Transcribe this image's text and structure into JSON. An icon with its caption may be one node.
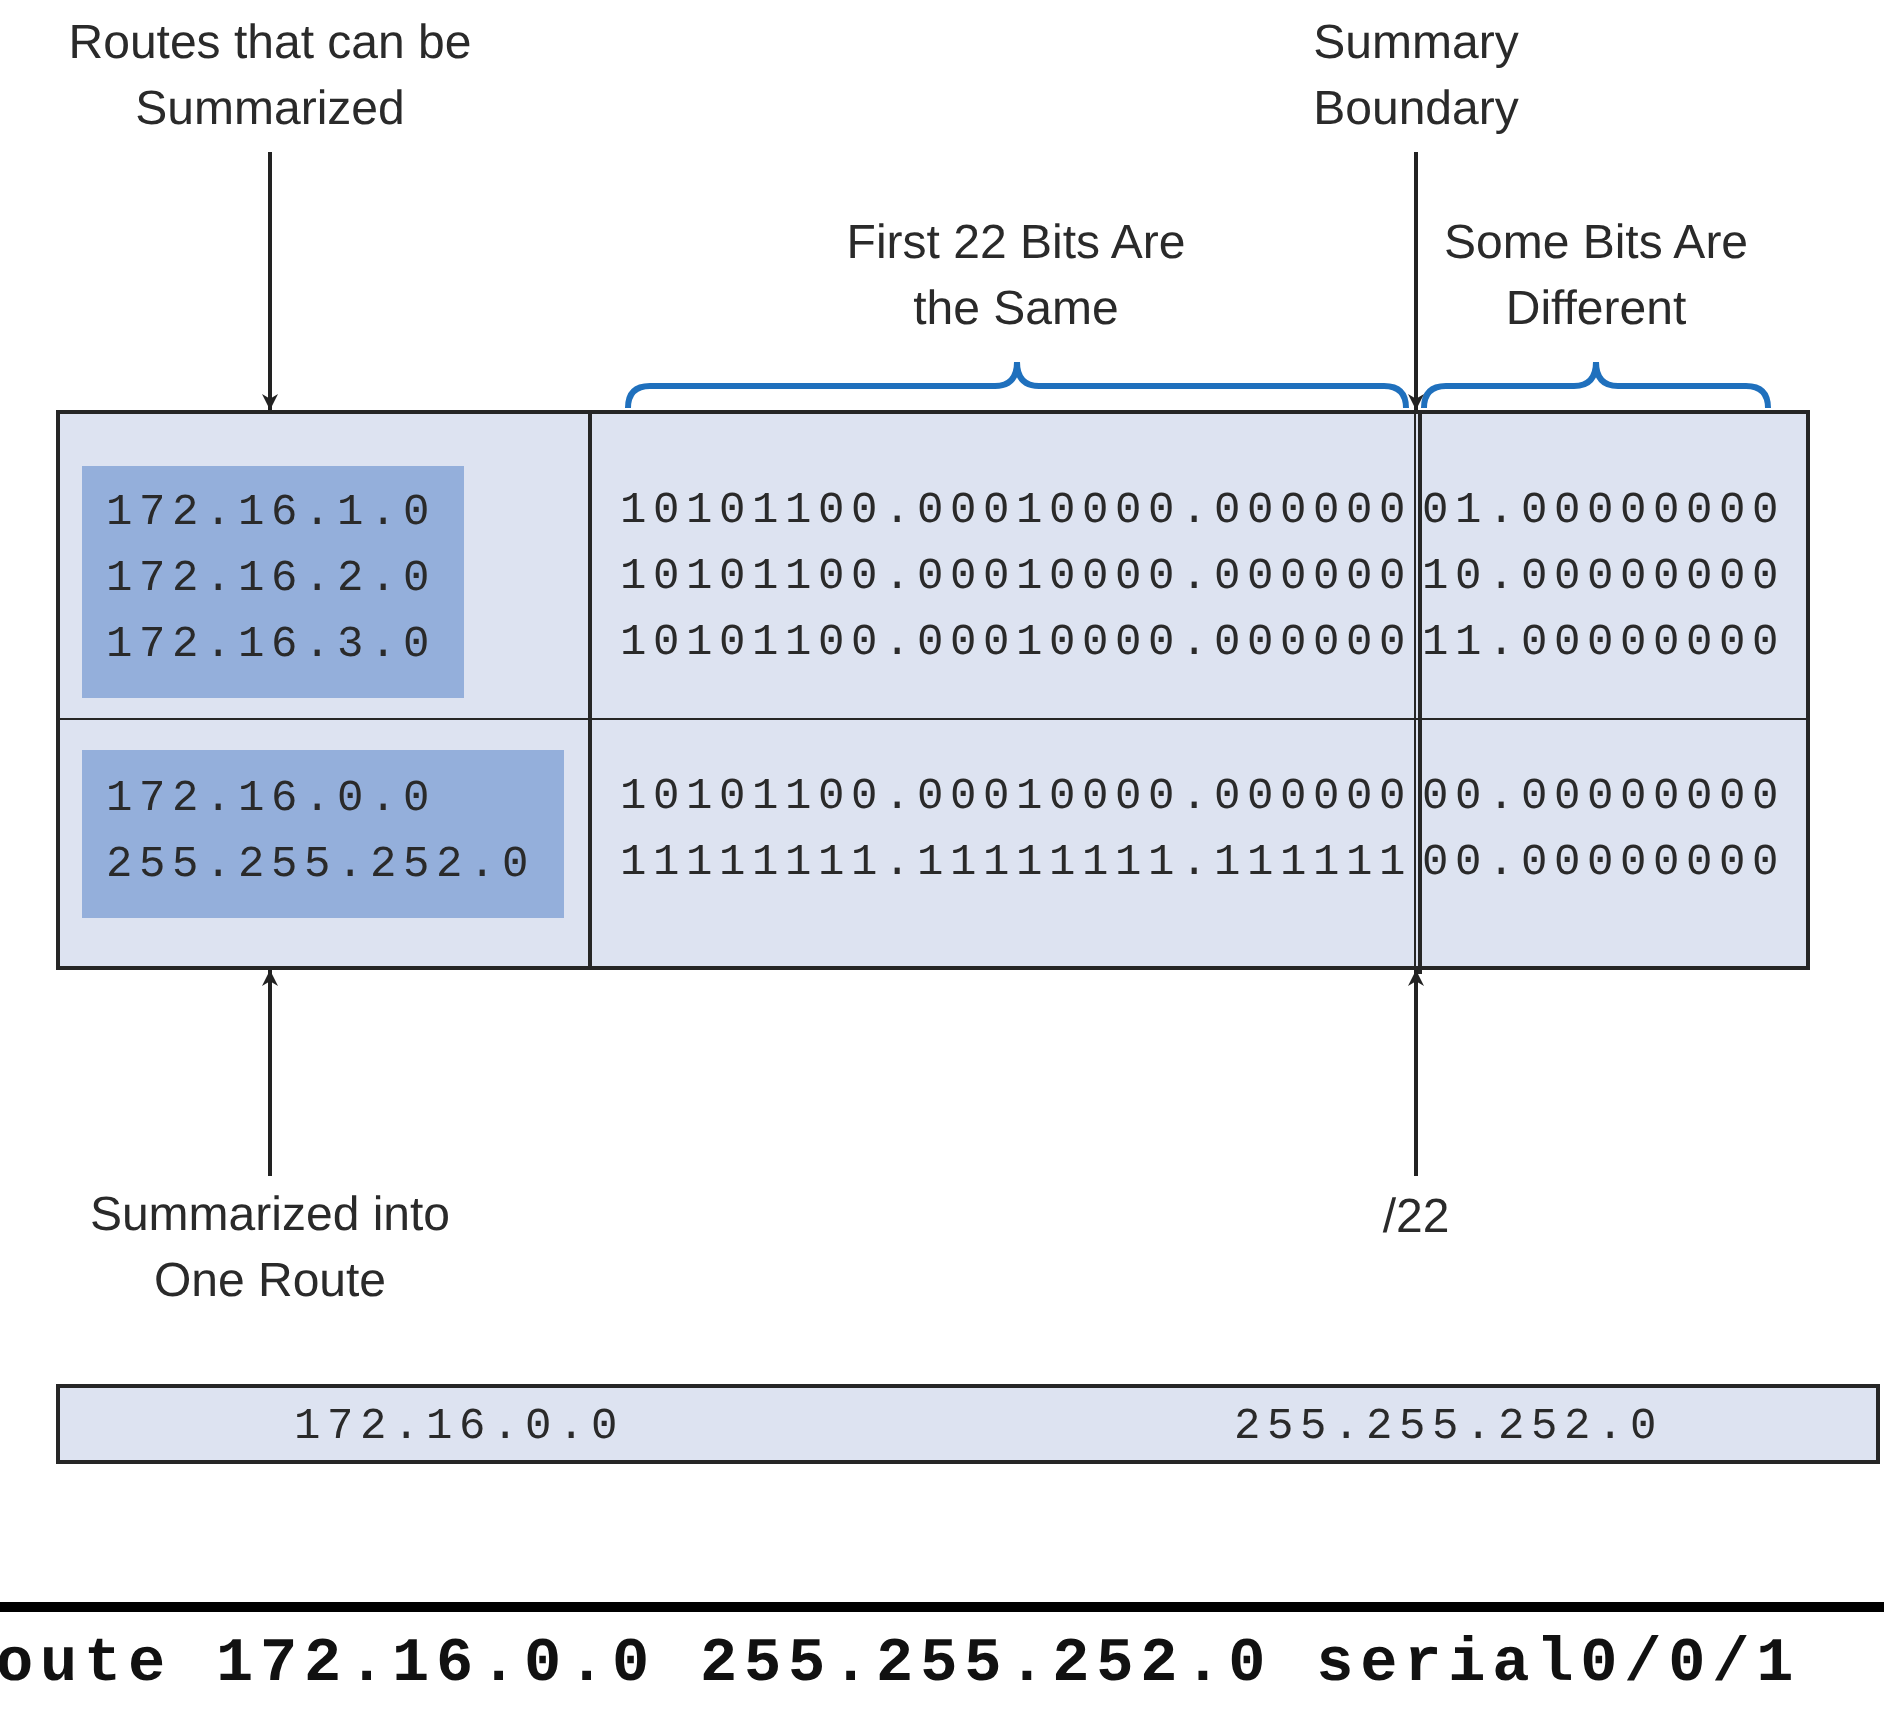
{
  "diagram": {
    "nodes": [
      {
        "text": [
          "Routes that can be Summarized"
        ]
      },
      {
        "text": [
          "Summary Boundary"
        ]
      },
      {
        "text": [],
        "shape": "box"
      },
      {
        "text": [],
        "shape": "box",
        "in": 2
      },
      {
        "text": [
          "172.16.1.0",
          "172.16.2.0",
          "172.16.3.0"
        ],
        "in": 3
      },
      {
        "text": [],
        "shape": "box",
        "in": 2
      },
      {
        "text": [
          "172.16.0.0",
          "255.255.252.0"
        ],
        "in": 5
      },
      {
        "text": [],
        "shape": "bar",
        "in": 2
      },
      {
        "text": [
          "Summarized into One Route"
        ]
      },
      {
        "text": [
          "/22"
        ]
      },
      {
        "text": [
          "172.16.0.0",
          "255.255.252.0"
        ]
      }
    ],
    "edges": [
      {
        "from": 0,
        "to": 3,
        "arrow": "to"
      },
      {
        "from": 1,
        "to": 7,
        "arrow": "to"
      },
      {
        "from": 8,
        "to": 5,
        "arrow": "to"
      },
      {
        "from": 9,
        "to": 7,
        "arrow": "to"
      }
    ],
    "labels": [
      "First 22 Bits Are the Same",
      "Some Bits Are Different",
      "10101100.00010000.000000",
      "01.00000000",
      "10101100.00010000.000000",
      "10.00000000",
      "10101100.00010000.000000",
      "11.00000000",
      "10101100.00010000.000000",
      "00.00000000",
      "11111111.11111111.111111",
      "00.00000000",
      "oute 172.16.0.0 255.255.252.0 serial0/0/1"
    ]
  }
}
